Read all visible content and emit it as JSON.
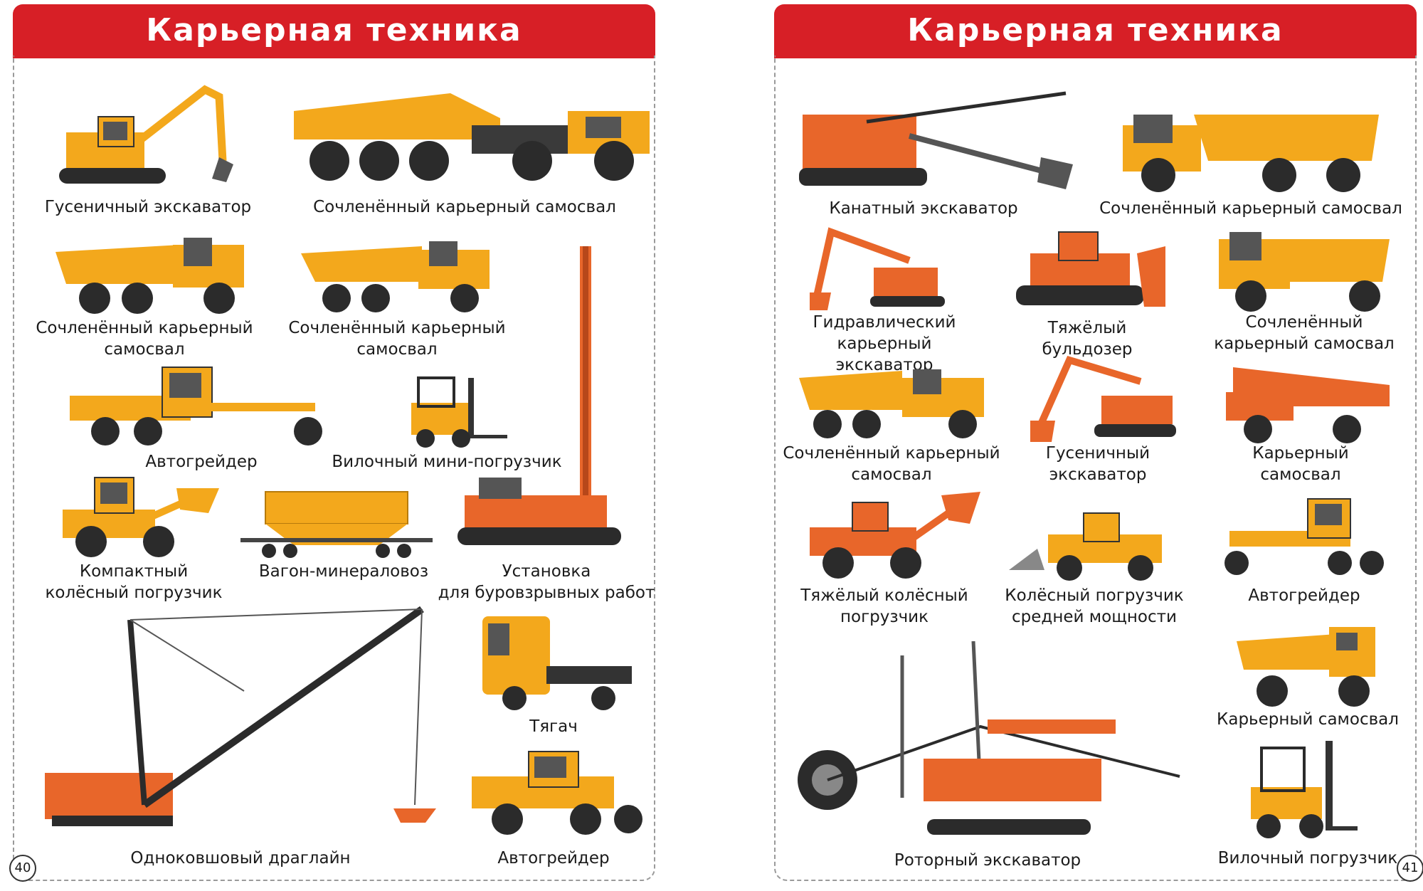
{
  "left": {
    "title": "Карьерная техника",
    "page_number": "40",
    "captions": {
      "c1": "Гусеничный экскаватор",
      "c2": "Сочленённый карьерный самосвал",
      "c3": "Сочленённый карьерный\nсамосвал",
      "c4": "Сочленённый карьерный\nсамосвал",
      "c5": "Автогрейдер",
      "c6": "Вилочный мини-погрузчик",
      "c7": "Компактный\nколёсный погрузчик",
      "c8": "Вагон-минераловоз",
      "c9": "Установка\nдля буровзрывных работ",
      "c10": "Тягач",
      "c11": "Одноковшовый драглайн",
      "c12": "Автогрейдер"
    }
  },
  "right": {
    "title": "Карьерная техника",
    "page_number": "41",
    "captions": {
      "r1": "Канатный экскаватор",
      "r2": "Сочленённый карьерный самосвал",
      "r3": "Гидравлический\nкарьерный экскаватор",
      "r4": "Тяжёлый бульдозер",
      "r5": "Сочленённый\nкарьерный самосвал",
      "r6": "Сочленённый карьерный\nсамосвал",
      "r7": "Гусеничный\nэкскаватор",
      "r8": "Карьерный\nсамосвал",
      "r9": "Тяжёлый колёсный\nпогрузчик",
      "r10": "Колёсный погрузчик\nсредней мощности",
      "r11": "Автогрейдер",
      "r12": "Карьерный самосвал",
      "r13": "Роторный экскаватор",
      "r14": "Вилочный погрузчик"
    }
  },
  "colors": {
    "banner": "#d71f26",
    "yellow": "#f3a81c",
    "orange": "#e8662a",
    "dark": "#2b2b2b"
  }
}
